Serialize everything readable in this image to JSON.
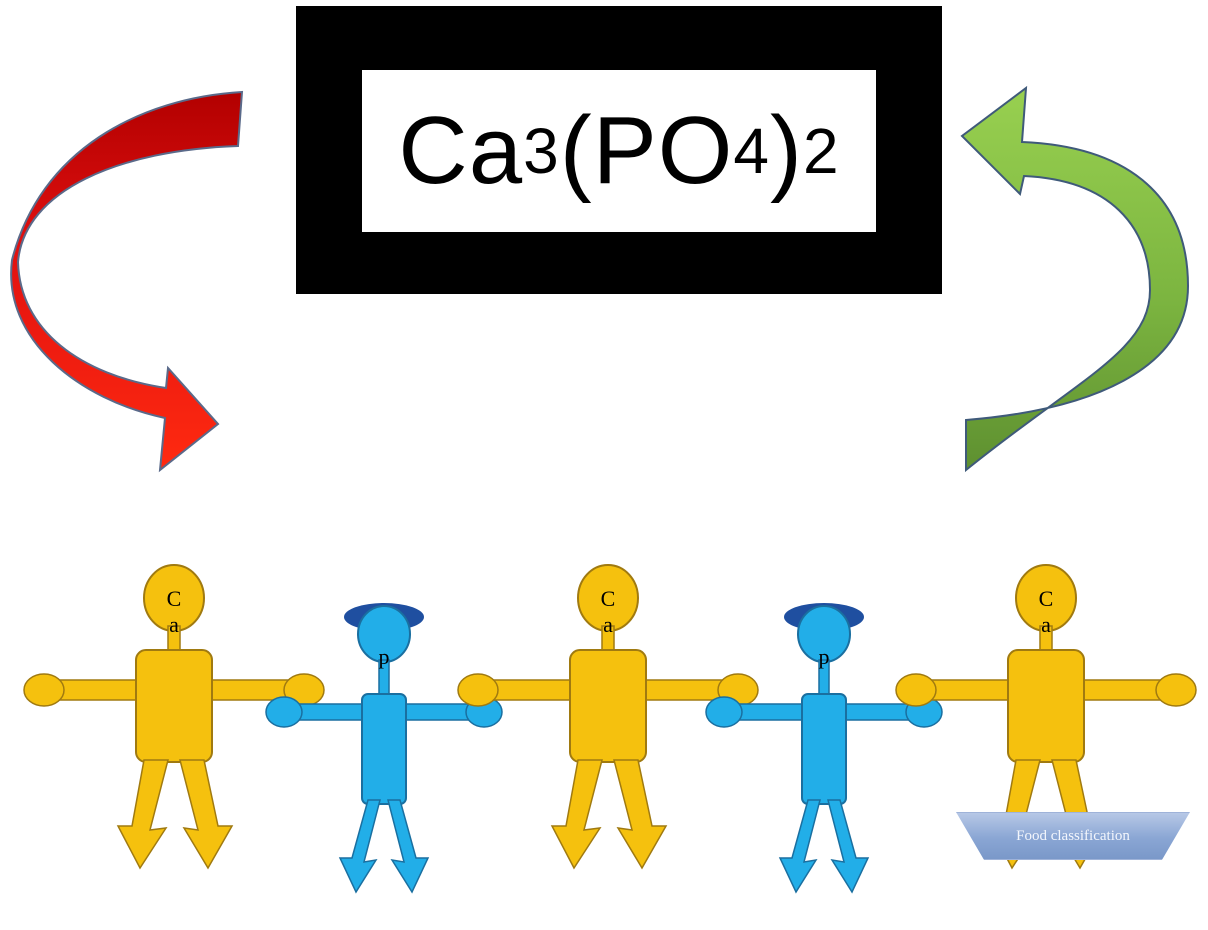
{
  "formula": {
    "base": "Ca",
    "sub1": "3",
    "mid": "(PO",
    "sub2": "4",
    "close": ")",
    "sub3": "2"
  },
  "figures": [
    {
      "kind": "calcium",
      "label_top": "C",
      "label_bottom": "a"
    },
    {
      "kind": "phosphate",
      "label_top": "p"
    },
    {
      "kind": "calcium",
      "label_top": "C",
      "label_bottom": "a"
    },
    {
      "kind": "phosphate",
      "label_top": "p"
    },
    {
      "kind": "calcium",
      "label_top": "C",
      "label_bottom": "a"
    }
  ],
  "nav": {
    "food_classification": "Food classification"
  },
  "colors": {
    "red_arrow": "#e8160c",
    "green_arrow": "#78b43c",
    "calcium": "#f5c10e",
    "phosphate": "#22aee8",
    "phosphate_hair": "#1f4fa0",
    "outline": "#3a5a8a"
  }
}
